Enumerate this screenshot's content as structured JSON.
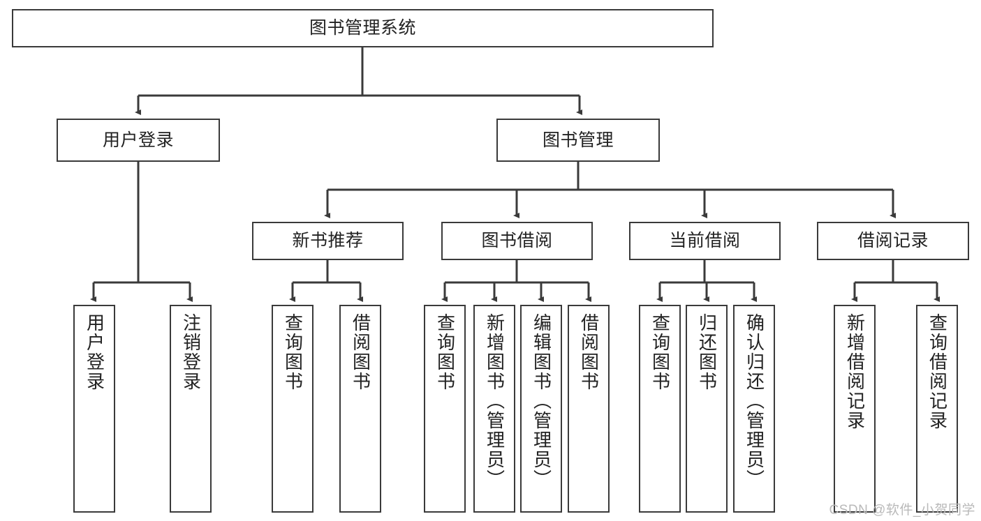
{
  "diagram": {
    "type": "tree",
    "title": "图书管理系统",
    "root": {
      "label": "图书管理系统"
    },
    "level2": [
      {
        "label": "用户登录"
      },
      {
        "label": "图书管理"
      }
    ],
    "level3": [
      {
        "label": "新书推荐"
      },
      {
        "label": "图书借阅"
      },
      {
        "label": "当前借阅"
      },
      {
        "label": "借阅记录"
      }
    ],
    "leaves": {
      "user_login": [
        {
          "label": "用户登录"
        },
        {
          "label": "注销登录"
        }
      ],
      "new_book_recommend": [
        {
          "label": "查询图书"
        },
        {
          "label": "借阅图书"
        }
      ],
      "book_borrow": [
        {
          "label": "查询图书"
        },
        {
          "label": "新增图书（管理员）"
        },
        {
          "label": "编辑图书（管理员）"
        },
        {
          "label": "借阅图书"
        }
      ],
      "current_borrow": [
        {
          "label": "查询图书"
        },
        {
          "label": "归还图书"
        },
        {
          "label": "确认归还（管理员）"
        }
      ],
      "borrow_record": [
        {
          "label": "新增借阅记录"
        },
        {
          "label": "查询借阅记录"
        }
      ]
    }
  },
  "watermark": {
    "text": "CSDN @软件_小贺同学"
  },
  "colors": {
    "border": "#3a3a3a",
    "background": "#ffffff",
    "text": "#222222",
    "watermark": "#b9b9b9"
  }
}
